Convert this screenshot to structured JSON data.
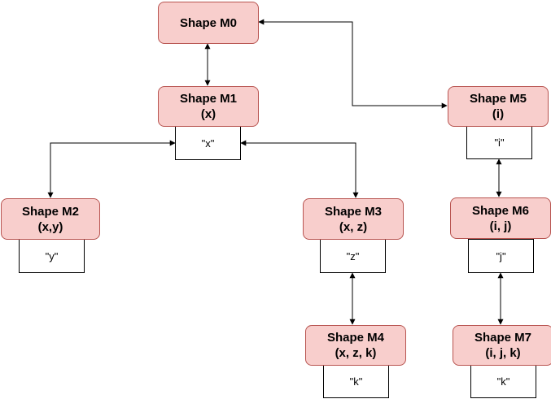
{
  "nodes": {
    "m0": {
      "title": "Shape M0"
    },
    "m1": {
      "title": "Shape M1",
      "vars": "(x)",
      "label": "\"x\""
    },
    "m2": {
      "title": "Shape M2",
      "vars": "(x,y)",
      "label": "\"y\""
    },
    "m3": {
      "title": "Shape M3",
      "vars": "(x, z)",
      "label": "\"z\""
    },
    "m4": {
      "title": "Shape M4",
      "vars": "(x, z, k)",
      "label": "\"k\""
    },
    "m5": {
      "title": "Shape M5",
      "vars": "(i)",
      "label": "\"i\""
    },
    "m6": {
      "title": "Shape M6",
      "vars": "(i, j)",
      "label": "\"j\""
    },
    "m7": {
      "title": "Shape M7",
      "vars": "(i, j, k)",
      "label": "\"k\""
    }
  },
  "colors": {
    "node_fill": "#f8cecc",
    "node_border": "#b85450",
    "edge": "#000000"
  }
}
